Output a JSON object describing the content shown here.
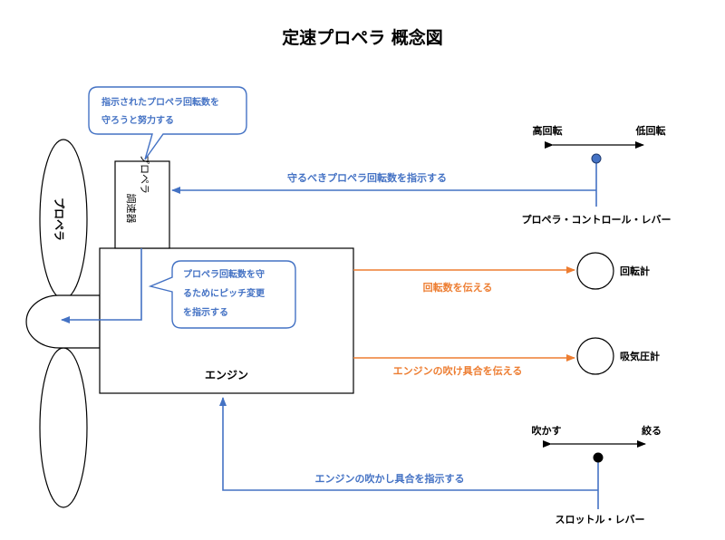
{
  "title": "定速プロペラ 概念図",
  "colors": {
    "blue": "#4472C4",
    "orange": "#ED7D31",
    "black": "#000000"
  },
  "labels": {
    "propeller": "プロペラ",
    "governor_line1": "プロペラ",
    "governor_line2": "調速器",
    "engine": "エンジン",
    "tachometer": "回転計",
    "manifold_gauge": "吸気圧計"
  },
  "callouts": {
    "governor_line1": "指示されたプロペラ回転数を",
    "governor_line2": "守ろうと努力する",
    "engine_line1": "プロペラ回転数を守",
    "engine_line2": "るためにピッチ変更",
    "engine_line3": "を指示する"
  },
  "arrows": {
    "prop_rpm_command": "守るべきプロペラ回転数を指示する",
    "rpm_info": "回転数を伝える",
    "throttle_info": "エンジンの吹け具合を伝える",
    "throttle_command": "エンジンの吹かし具合を指示する"
  },
  "prop_lever": {
    "name": "プロペラ・コントロール・レバー",
    "left_label": "高回転",
    "right_label": "低回転"
  },
  "throttle_lever": {
    "name": "スロットル・レバー",
    "left_label": "吹かす",
    "right_label": "絞る"
  }
}
